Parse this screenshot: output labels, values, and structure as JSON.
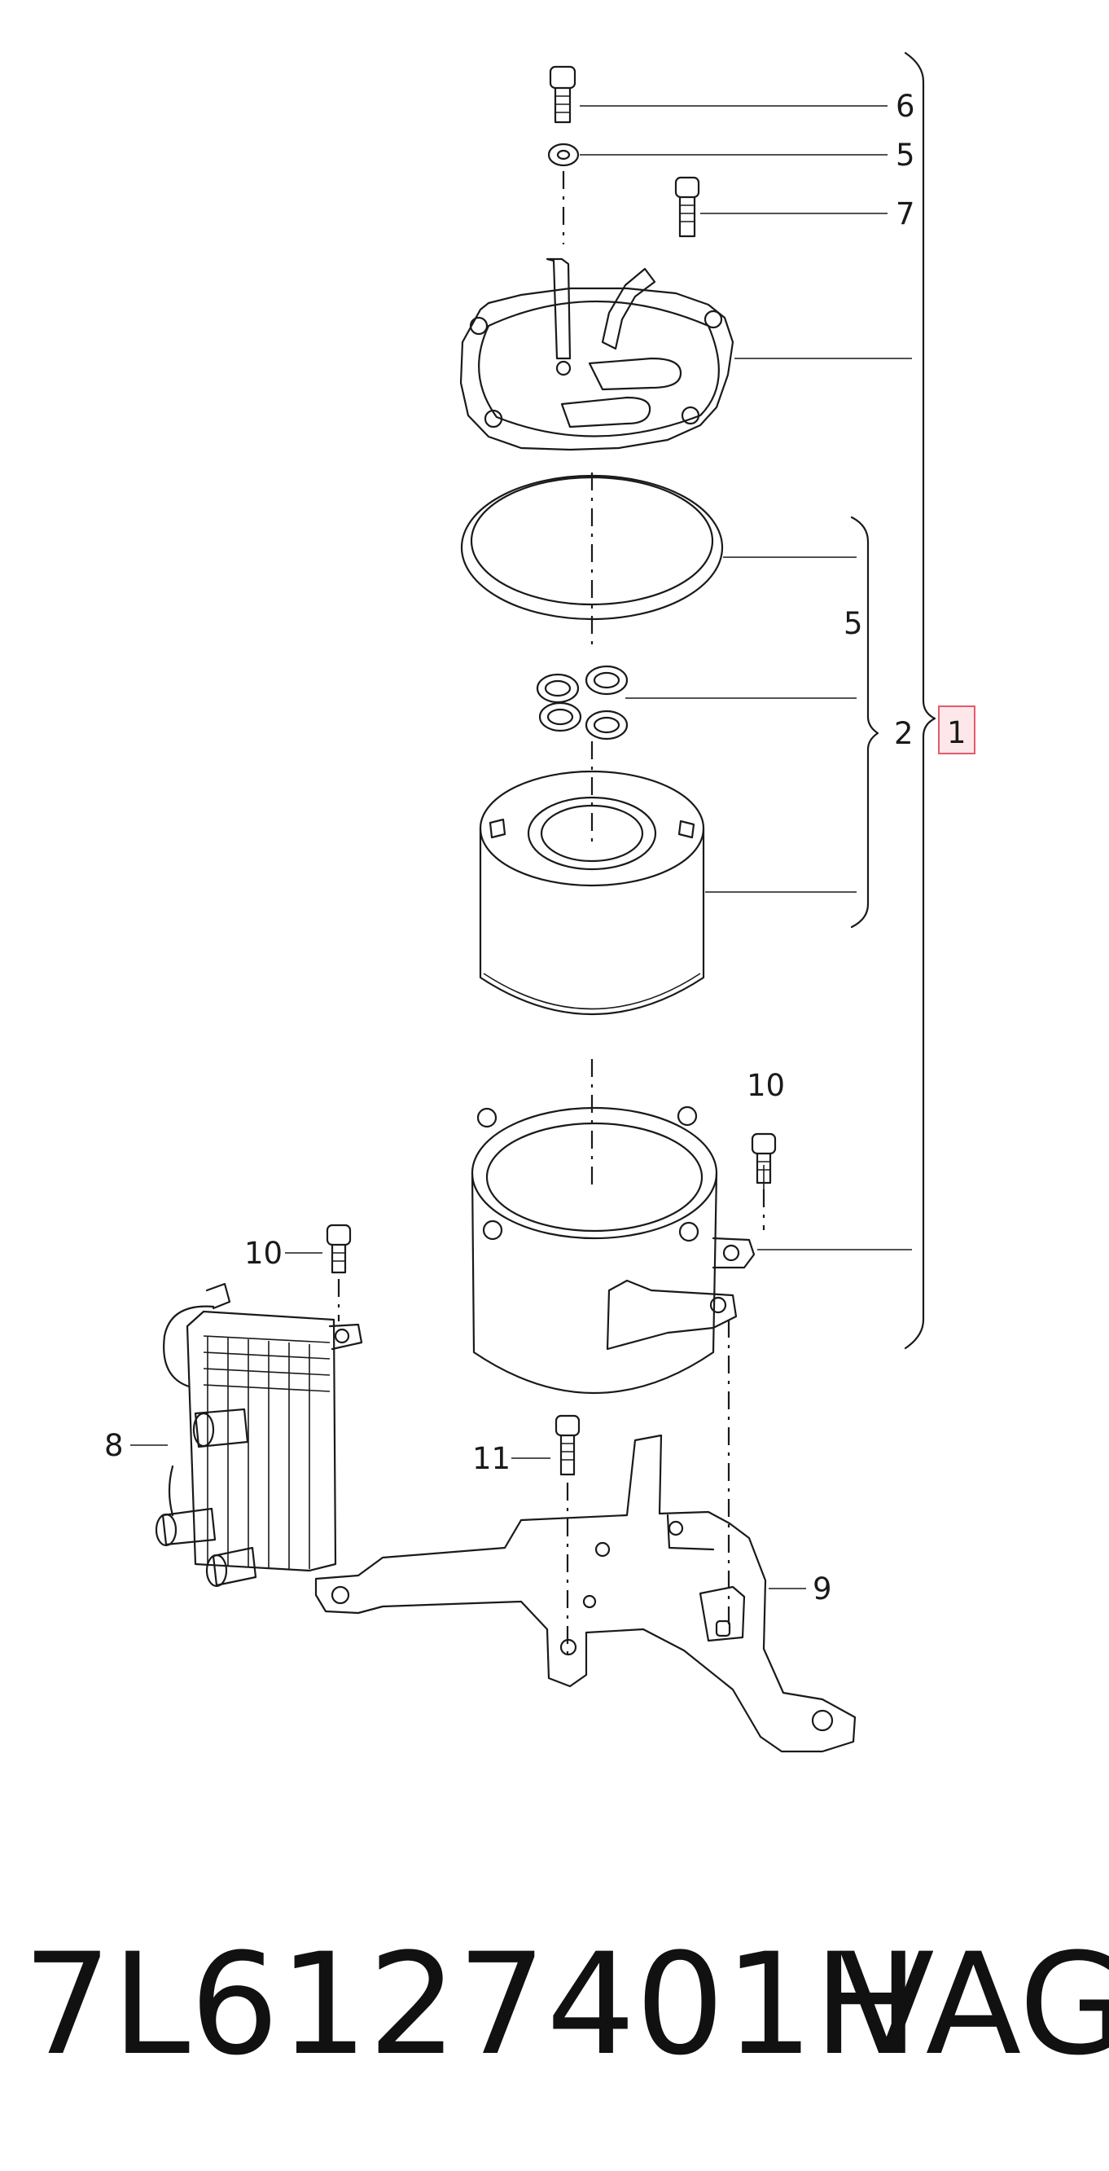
{
  "callouts": {
    "c1": "1",
    "c2": "2",
    "c5a": "5",
    "c5b": "5",
    "c6": "6",
    "c7": "7",
    "c8": "8",
    "c9": "9",
    "c10a": "10",
    "c10b": "10",
    "c11": "11"
  },
  "footer": {
    "part_number": "7L6127401H",
    "brand": "VAG"
  },
  "colors": {
    "highlight_fill": "#fde7ea",
    "highlight_stroke": "#e35b6b",
    "line": "#1a1a1a"
  }
}
